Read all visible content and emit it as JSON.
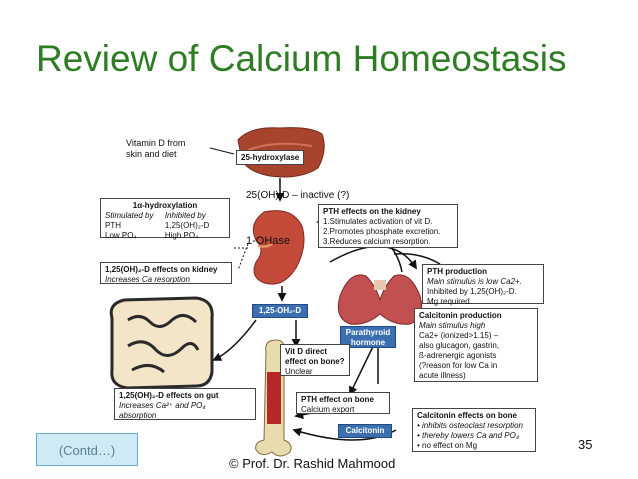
{
  "slide": {
    "title": "Review of Calcium Homeostasis",
    "page_number": "35",
    "credit": "© Prof. Dr. Rashid Mahmood",
    "contd_button": "(Contd…)"
  },
  "diagram": {
    "vitd_source": [
      "Vitamin D from",
      "skin and diet"
    ],
    "liver_enzyme": "25-hydroxylase",
    "inactive": "25(OH)-D – inactive (?)",
    "kidney_enzyme": "1-OHase",
    "active_form": "1,25-OH₂-D",
    "parathyroid": [
      "Parathyroid",
      "hormone"
    ],
    "calcitonin": "Calcitonin",
    "hydroxylation": {
      "title": "1α-hydroxylation",
      "col1_head": "Stimulated by",
      "col1": [
        "PTH",
        "Low PO₄"
      ],
      "col2_head": "Inhibited by",
      "col2": [
        "1,25(OH)₂-D",
        "High PO₄"
      ]
    },
    "kidney_effects_vitd": {
      "title": "1,25(OH)₂-D effects on kidney",
      "lines": [
        "Increases Ca resorption"
      ]
    },
    "pth_kidney": {
      "title": "PTH effects on the kidney",
      "lines": [
        "1.Stimulates activation of vit D.",
        "2.Promotes phosphate excretion.",
        "3.Reduces calcium resorption."
      ]
    },
    "pth_production": {
      "title": "PTH production",
      "lines": [
        "Main stimulus is low Ca2+.",
        "Inhibited by 1,25(OH)₂-D.",
        "Mg required."
      ]
    },
    "calcitonin_production": {
      "title": "Calcitonin production",
      "lines": [
        "Main stimulus high",
        "Ca2+ (ionized>1.15) –",
        "also glucagon, gastrin,",
        "ß-adrenergic agonists",
        "(?reason for low Ca in",
        "acute illness)"
      ]
    },
    "vitd_bone": {
      "title": "Vit D direct",
      "lines": [
        "effect on bone?",
        "Unclear"
      ]
    },
    "gut_effects": {
      "title": "1,25(OH)₂-D effects on gut",
      "lines": [
        "Increases Ca²⁺ and PO₄",
        "absorption"
      ]
    },
    "pth_bone": {
      "title": "PTH effect on bone",
      "lines": [
        "Calcium export"
      ]
    },
    "calcitonin_bone": {
      "title": "Calcitonin effects on bone",
      "lines": [
        "• inhibits osteoclast resorption",
        "• thereby lowers Ca and PO₄",
        "• no effect on Mg"
      ]
    }
  },
  "colors": {
    "title": "#2e7d24",
    "tag": "#3c6fb0",
    "liver": "#a8442e",
    "kidney": "#c44a3a",
    "thyroid": "#c25050",
    "bone": "#e8dcae"
  }
}
